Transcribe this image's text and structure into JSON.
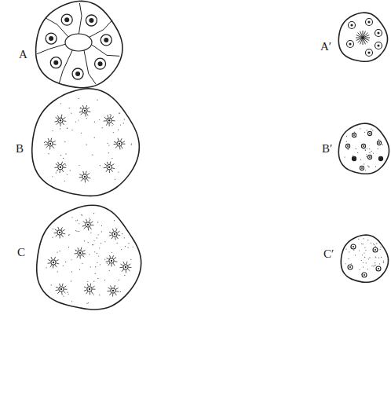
{
  "diagram": {
    "labels": [
      "A",
      "A′",
      "B",
      "B′",
      "C",
      "C′"
    ]
  }
}
